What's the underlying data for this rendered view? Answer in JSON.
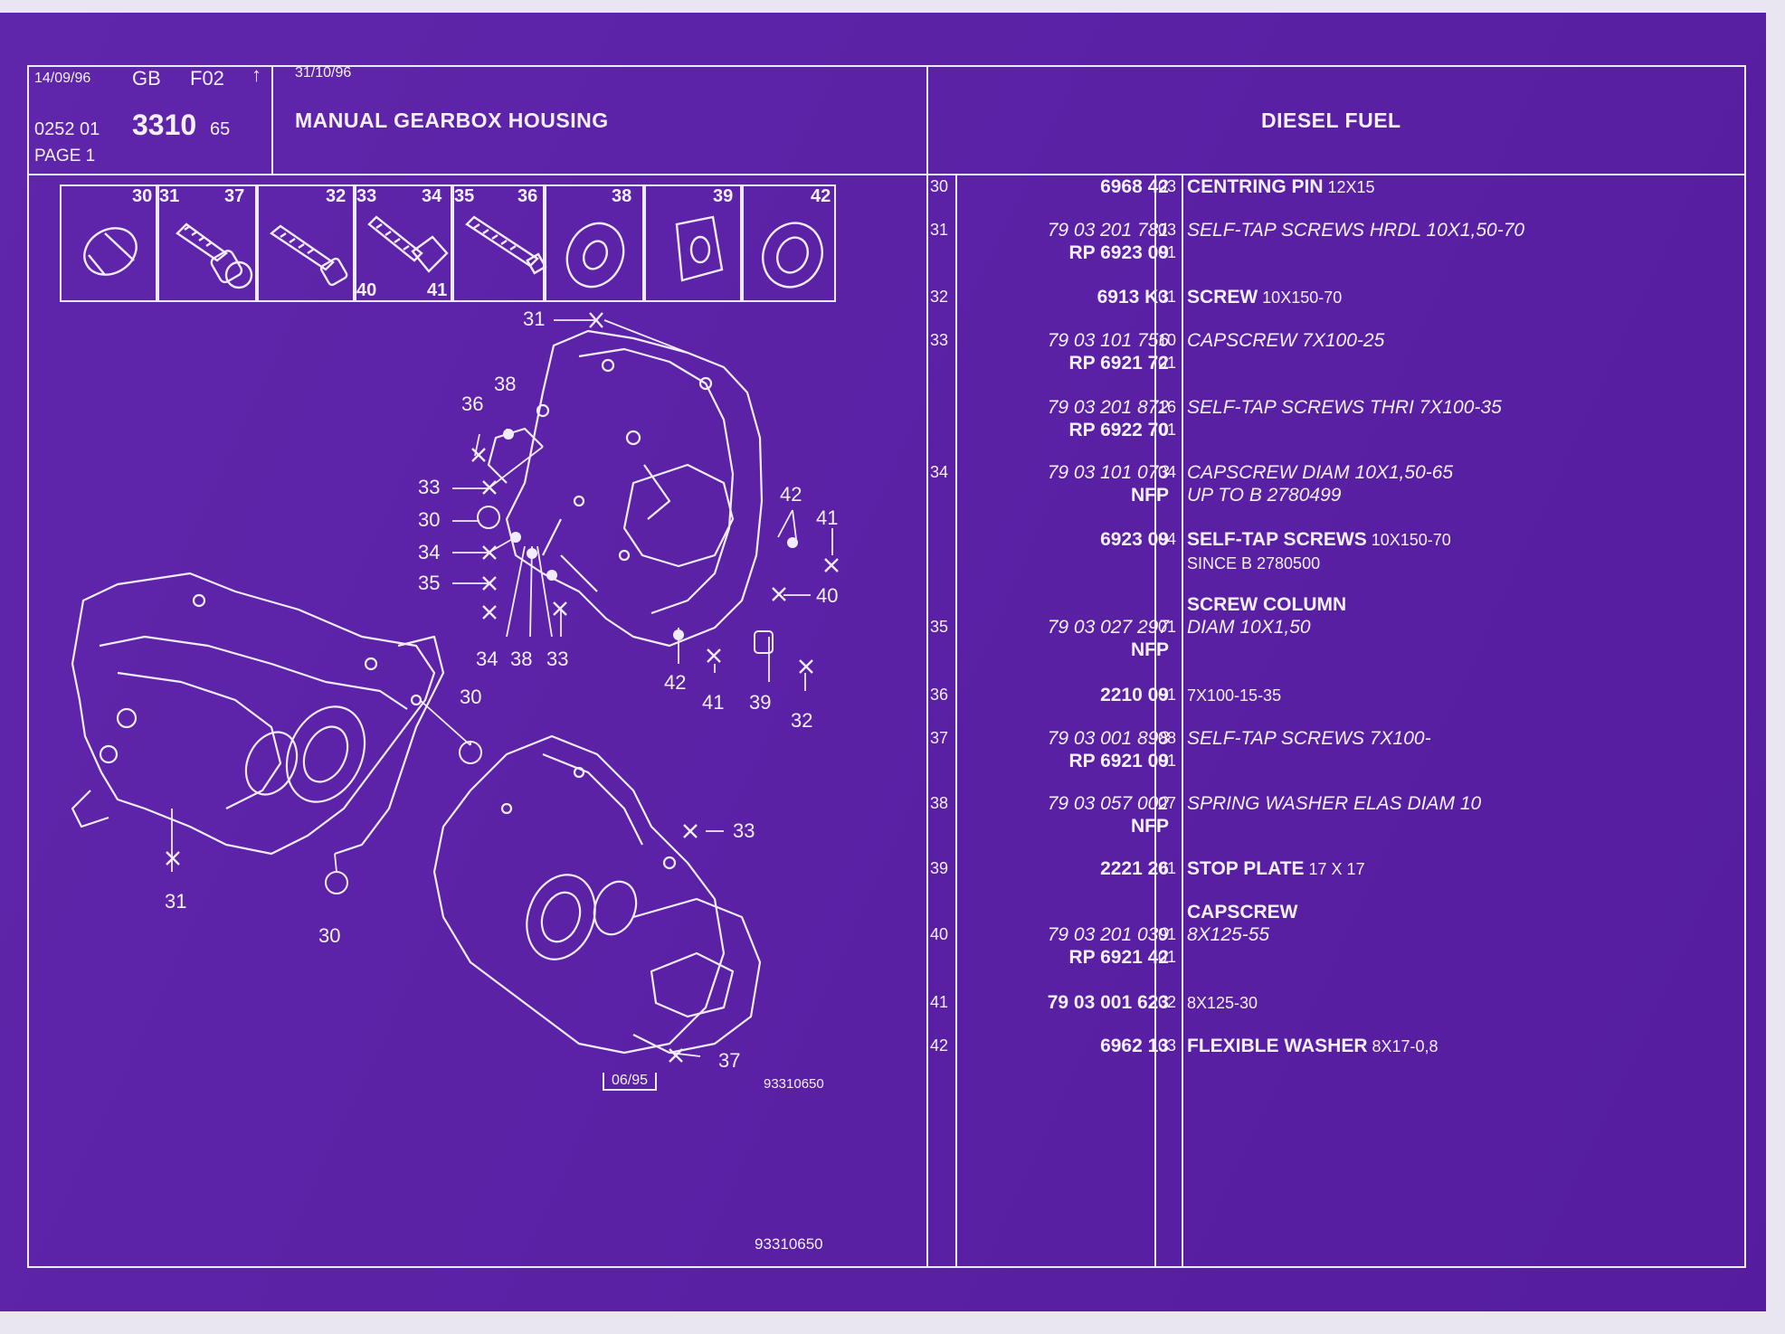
{
  "header": {
    "date1": "14/09/96",
    "lang": "GB",
    "code": "F02",
    "arrow": "↑",
    "ref_prefix": "0252  01",
    "ref_main": "3310",
    "ref_suffix": "65",
    "page_label": "PAGE  1",
    "date2": "31/10/96",
    "title": "MANUAL GEARBOX HOUSING",
    "right_title": "DIESEL FUEL"
  },
  "thumbnails": [
    {
      "nums": [
        "30"
      ],
      "icon": "pin-icon"
    },
    {
      "nums": [
        "31",
        "37"
      ],
      "icon": "screw-washer-icon"
    },
    {
      "nums": [
        "32"
      ],
      "icon": "screw-icon"
    },
    {
      "nums": [
        "33",
        "34",
        "40",
        "41"
      ],
      "icon": "capscrew-icon"
    },
    {
      "nums": [
        "35",
        "36"
      ],
      "icon": "stud-icon"
    },
    {
      "nums": [
        "38"
      ],
      "icon": "spring-washer-icon"
    },
    {
      "nums": [
        "39"
      ],
      "icon": "stop-plate-icon"
    },
    {
      "nums": [
        "42"
      ],
      "icon": "flexible-washer-icon"
    }
  ],
  "diagram": {
    "callouts": [
      "31",
      "38",
      "36",
      "33",
      "30",
      "34",
      "35",
      "34",
      "38",
      "33",
      "42",
      "41",
      "40",
      "42",
      "41",
      "39",
      "32",
      "30",
      "31",
      "30",
      "33",
      "37"
    ],
    "stamp": "06/95",
    "drawing_ref": "93310650",
    "footer_ref": "93310650"
  },
  "parts": [
    {
      "ref": "30",
      "pn": [
        "6968 42"
      ],
      "qty": [
        "03"
      ],
      "desc": [
        {
          "b": "CENTRING PIN",
          "r": "12X15"
        }
      ]
    },
    {
      "ref": "31",
      "pn": [
        "79 03 201 781",
        "RP  6923 09"
      ],
      "qty": [
        "03",
        "01"
      ],
      "desc": [
        {
          "i": "SELF-TAP SCREWS HRDL 10X1,50-70"
        }
      ]
    },
    {
      "ref": "32",
      "pn": [
        "6913 K3"
      ],
      "qty": [
        "01"
      ],
      "desc": [
        {
          "b": "SCREW",
          "r": "10X150-70"
        }
      ]
    },
    {
      "ref": "33",
      "pn": [
        "79 03 101 756",
        "RP  6921 72"
      ],
      "qty": [
        "10",
        "01"
      ],
      "desc": [
        {
          "i": "CAPSCREW 7X100-25"
        }
      ]
    },
    {
      "ref": "",
      "pn": [
        "79 03 201 872",
        "RP  6922 70"
      ],
      "qty": [
        "16",
        "01"
      ],
      "desc": [
        {
          "i": "SELF-TAP SCREWS THRI 7X100-35"
        }
      ]
    },
    {
      "ref": "34",
      "pn": [
        "79 03 101 073",
        "NFP"
      ],
      "qty": [
        "04"
      ],
      "desc": [
        {
          "i": "CAPSCREW DIAM 10X1,50-65"
        },
        {
          "i": "UP  TO  B  2780499"
        }
      ]
    },
    {
      "ref": "",
      "pn": [
        "6923 09"
      ],
      "qty": [
        "04"
      ],
      "desc": [
        {
          "b": "SELF-TAP SCREWS",
          "r": "10X150-70"
        },
        {
          "r": "SINCE  B  2780500"
        }
      ]
    },
    {
      "ref": "35",
      "pn": [
        "",
        "79 03 027 297",
        "NFP"
      ],
      "qty": [
        "",
        "01"
      ],
      "desc": [
        {
          "b": "SCREW COLUMN"
        },
        {
          "i": "DIAM 10X1,50"
        }
      ]
    },
    {
      "ref": "36",
      "pn": [
        "2210 09"
      ],
      "qty": [
        "01"
      ],
      "desc": [
        {
          "r": "7X100-15-35"
        }
      ]
    },
    {
      "ref": "37",
      "pn": [
        "79 03 001 898",
        "RP  6921 09"
      ],
      "qty": [
        "08",
        "01"
      ],
      "desc": [
        {
          "i": "SELF-TAP SCREWS 7X100-"
        }
      ]
    },
    {
      "ref": "38",
      "pn": [
        "79 03 057 002",
        "NFP"
      ],
      "qty": [
        "07"
      ],
      "desc": [
        {
          "i": "SPRING WASHER ELAS DIAM 10"
        }
      ]
    },
    {
      "ref": "39",
      "pn": [
        "2221 26"
      ],
      "qty": [
        "01"
      ],
      "desc": [
        {
          "b": "STOP PLATE",
          "r": "17 X 17"
        }
      ]
    },
    {
      "ref": "40",
      "pn": [
        "",
        "79 03 201 039",
        "RP  6921 42"
      ],
      "qty": [
        "",
        "01",
        "01"
      ],
      "desc": [
        {
          "b": "CAPSCREW"
        },
        {
          "i": "8X125-55"
        }
      ]
    },
    {
      "ref": "41",
      "pn": [
        "79 03 001 623"
      ],
      "qty": [
        "02"
      ],
      "desc": [
        {
          "r": "8X125-30"
        }
      ]
    },
    {
      "ref": "42",
      "pn": [
        "6962 13"
      ],
      "qty": [
        "03"
      ],
      "desc": [
        {
          "b": "FLEXIBLE WASHER",
          "r": "8X17-0,8"
        }
      ]
    }
  ]
}
